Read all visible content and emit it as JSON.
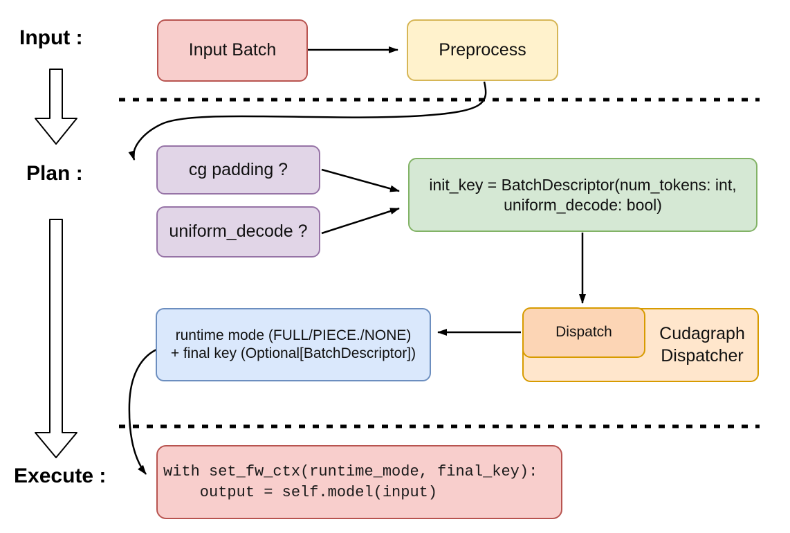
{
  "diagram": {
    "title_implied": "Cudagraph dispatch flow",
    "stage_labels": {
      "input": "Input :",
      "plan": "Plan :",
      "execute": "Execute :"
    },
    "nodes": {
      "input_batch": "Input Batch",
      "preprocess": "Preprocess",
      "cg_padding": "cg padding ?",
      "uniform_decode": "uniform_decode ?",
      "init_key_line1": "init_key = BatchDescriptor(num_tokens: int,",
      "init_key_line2": "uniform_decode: bool)",
      "dispatch": "Dispatch",
      "cudagraph_line1": "Cudagraph",
      "cudagraph_line2": "Dispatcher",
      "runtime_line1": "runtime mode (FULL/PIECE./NONE)",
      "runtime_line2": "+ final key (Optional[BatchDescriptor])",
      "code_line1": "with set_fw_ctx(runtime_mode, final_key):",
      "code_line2": "    output = self.model(input)"
    },
    "colors": {
      "red_fill": "#f8cecc",
      "red_stroke": "#b85450",
      "yellow_fill": "#fff2cc",
      "yellow_stroke": "#d6b656",
      "purple_fill": "#e1d5e7",
      "purple_stroke": "#9673a6",
      "green_fill": "#d5e8d4",
      "green_stroke": "#82b366",
      "orange_fill": "#ffe6cc",
      "orange_stroke": "#d79b00",
      "peach_fill": "#fcd5b5",
      "blue_fill": "#dae8fc",
      "blue_stroke": "#6c8ebf",
      "connector": "#000000",
      "background": "#ffffff"
    }
  }
}
